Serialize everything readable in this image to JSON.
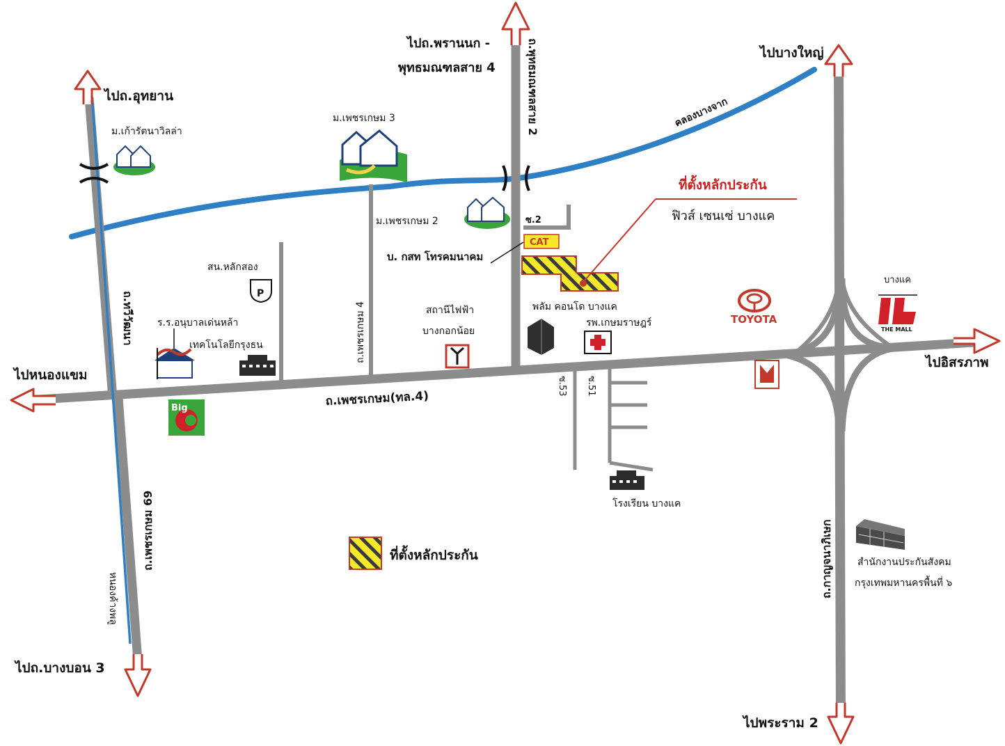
{
  "map": {
    "labels": {
      "to_uthayan": "ไปถ.อุทยาน",
      "to_phranok": "ไปถ.พรานนก -",
      "to_phutthamonthon": "พุทธมณฑลสาย 4",
      "to_bang_yai": "ไปบางใหญ่",
      "to_nong_khaem": "ไปหนองแขม",
      "to_issaraphap": "ไปอิสรภาพ",
      "to_bang_bon": "ไปถ.บางบอน 3",
      "to_rama2": "ไปพระราม 2",
      "rd_phetkasem": "ถ.เพชรเกษม(ทล.4)",
      "rd_phetkasem_soi69": "ถ.เพชรเกษม 69",
      "rd_phetkasem_soi4": "ถ.เพชรเกษม 4",
      "rd_kanchanaphisek": "ถ.กาญจนาภิเษก",
      "rd_phutthamonthon2": "ถ.พุทธมณฑลสาย 2",
      "rd_thawi_watthana": "ถ.ทวีวัฒนา",
      "rd_nong_khang_phlu": "หนองค้างพลู",
      "canal": "คลองบางจาก",
      "soi2": "ซ.2",
      "soi53": "ซ.53",
      "soi51": "ซ.51",
      "village_kaoratana": "ม.เก้ารัตนาวิลล่า",
      "village_phet3": "ม.เพชรเกษม 3",
      "village_phet2": "ม.เพชรเกษม 2",
      "cat_company": "บ. กสท โทรคมนาคม",
      "cat_logo": "CAT",
      "collateral_title": "ที่ตั้งหลักประกัน",
      "collateral_name": "ฟิวส์ เซนเซ่ บางแค",
      "police": "สน.หลักสอง",
      "kindergarten": "ร.ร.อนุบาลเด่นหล้า",
      "tech_college": "เทคโนโลยีกรุงธน",
      "substation1": "สถานีไฟฟ้า",
      "substation2": "บางกอกน้อย",
      "condo": "พลัม คอนโด บางแค",
      "hospital": "รพ.เกษมราษฎร์",
      "school": "โรงเรียน บางแค",
      "toyota": "TOYOTA",
      "mall_branch": "บางแค",
      "mall_name": "THE MALL",
      "big_c": "Big",
      "sso1": "สำนักงานประกันสังคม",
      "sso2": "กรุงเทพมหานครพื้นที่ ๖",
      "legend_label": "ที่ตั้งหลักประกัน"
    },
    "colors": {
      "road": "#8c8c8c",
      "canal": "#2f7fc4",
      "arrow": "#c0392b",
      "collateral_fill": "#f6e92a",
      "collateral_border": "#c0392b"
    }
  }
}
